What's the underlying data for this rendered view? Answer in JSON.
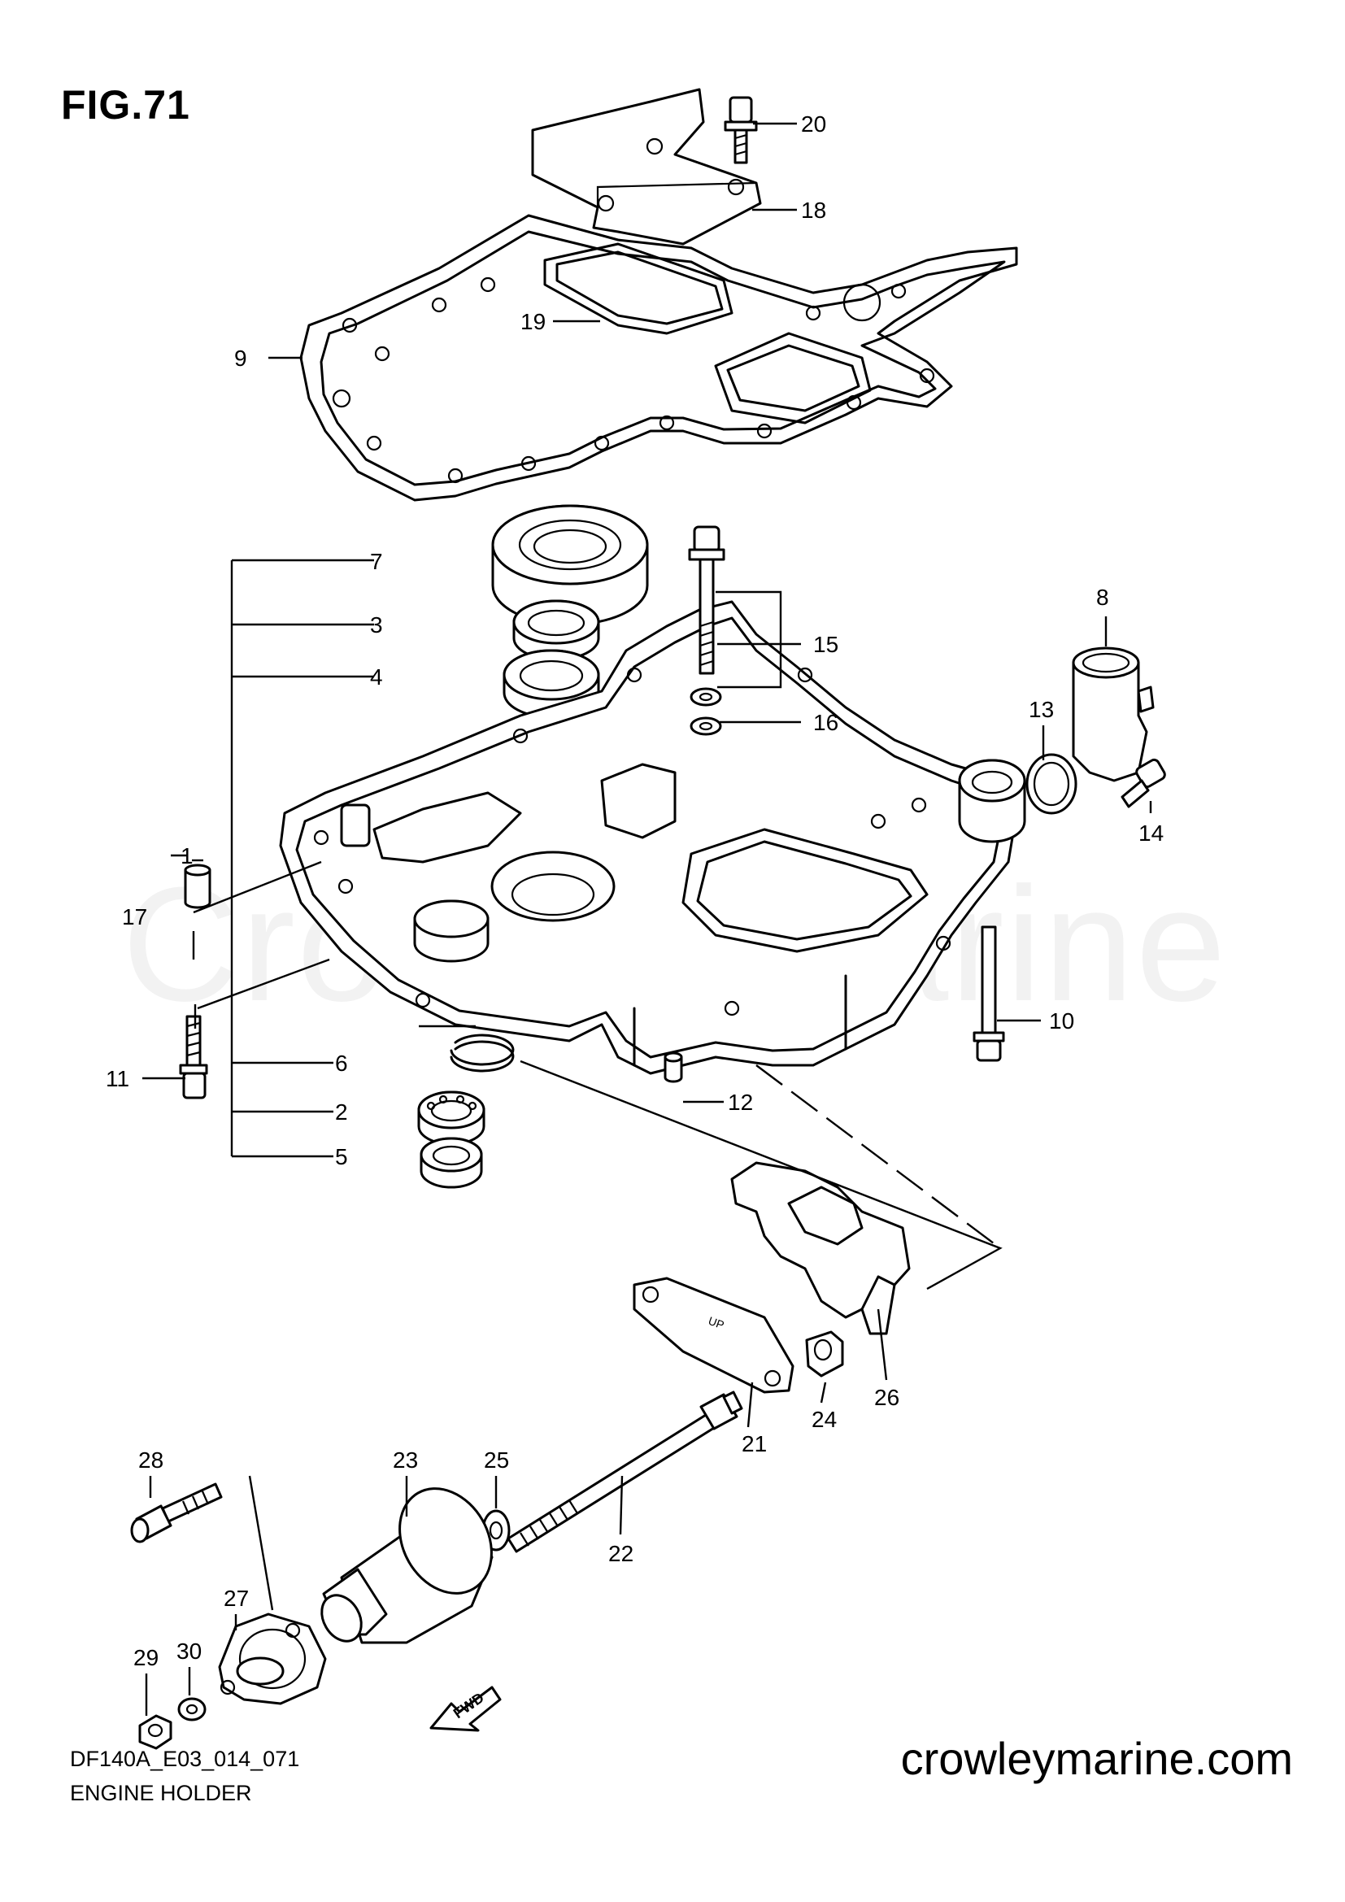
{
  "figure_title": "FIG.71",
  "watermark": "CrowleyMarine",
  "drawing_code": "DF140A_E03_014_071",
  "caption": "ENGINE HOLDER",
  "website": "crowleymarine.com",
  "fwd_marker": "FWD",
  "gasket_mark": "UP",
  "callouts": {
    "c1": "1",
    "c2": "2",
    "c3": "3",
    "c4": "4",
    "c5": "5",
    "c6": "6",
    "c7": "7",
    "c8": "8",
    "c9": "9",
    "c10": "10",
    "c11": "11",
    "c12": "12",
    "c13": "13",
    "c14": "14",
    "c15": "15",
    "c16": "16",
    "c17": "17",
    "c18": "18",
    "c19": "19",
    "c20": "20",
    "c21": "21",
    "c22": "22",
    "c23": "23",
    "c24": "24",
    "c25": "25",
    "c26": "26",
    "c27": "27",
    "c28": "28",
    "c29": "29",
    "c30": "30"
  }
}
